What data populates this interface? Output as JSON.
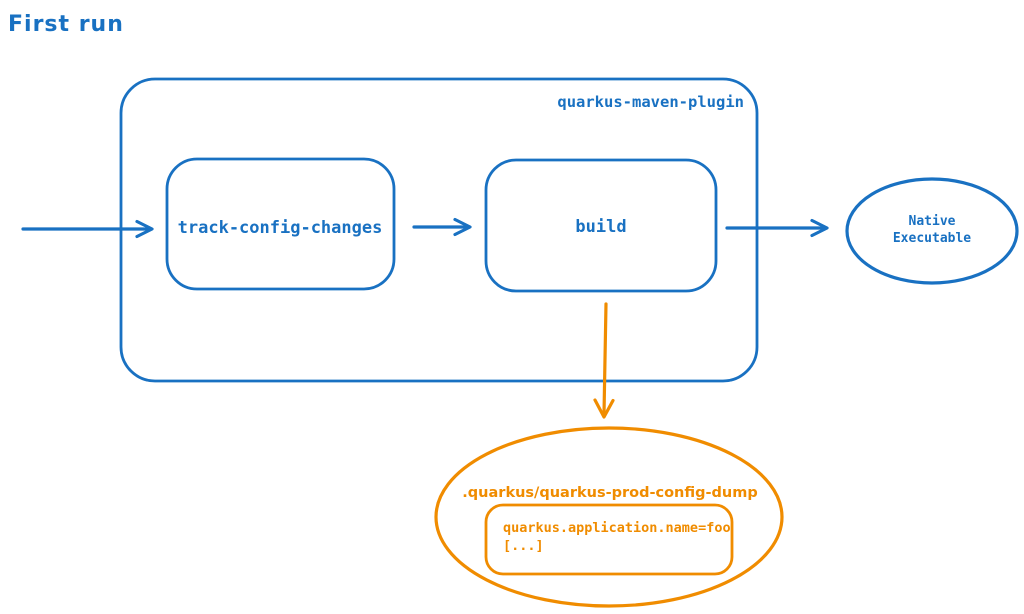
{
  "title": "First run",
  "colors": {
    "blue": "#1971c2",
    "orange": "#f08c00",
    "background": "#ffffff"
  },
  "diagram": {
    "container_label": "quarkus-maven-plugin",
    "nodes": {
      "track_config_changes": "track-config-changes",
      "build": "build",
      "native_executable": {
        "line1": "Native",
        "line2": "Executable"
      },
      "config_dump": {
        "label": ".quarkus/quarkus-prod-config-dump",
        "content_line1": "quarkus.application.name=foo",
        "content_line2": "[...]"
      }
    }
  }
}
